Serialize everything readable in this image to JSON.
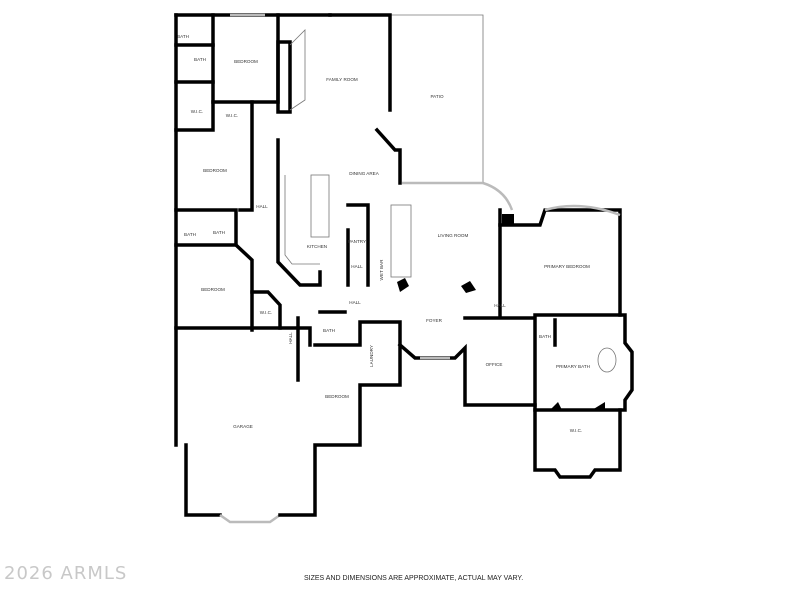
{
  "rooms": {
    "bath_1": "BATH",
    "bath_2": "BATH",
    "bedroom_1": "BEDROOM",
    "family_room": "FAMILY ROOM",
    "patio": "PATIO",
    "wic_1": "W.I.C.",
    "wic_2": "W.I.C.",
    "bedroom_2": "BEDROOM",
    "dining_area": "DINING AREA",
    "hall_1": "HALL",
    "bath_3": "BATH",
    "bath_4": "BATH",
    "kitchen": "KITCHEN",
    "pantry": "PANTRY",
    "living_room": "LIVING ROOM",
    "hall_2": "HALL",
    "wet_bar": "WET BAR",
    "primary_bedroom": "PRIMARY BEDROOM",
    "bedroom_3": "BEDROOM",
    "hall_3": "HALL",
    "hall_4": "HALL",
    "wic_3": "W.I.C.",
    "foyer": "FOYER",
    "bath_5": "BATH",
    "hall_5": "HALL",
    "laundry": "LAUNDRY",
    "bath_6": "BATH",
    "office": "OFFICE",
    "primary_bath": "PRIMARY BATH",
    "bedroom_4": "BEDROOM",
    "wic_4": "W.I.C.",
    "garage": "GARAGE"
  },
  "watermark": "2026 ARMLS",
  "disclaimer": "SIZES AND DIMENSIONS ARE APPROXIMATE, ACTUAL MAY VARY."
}
